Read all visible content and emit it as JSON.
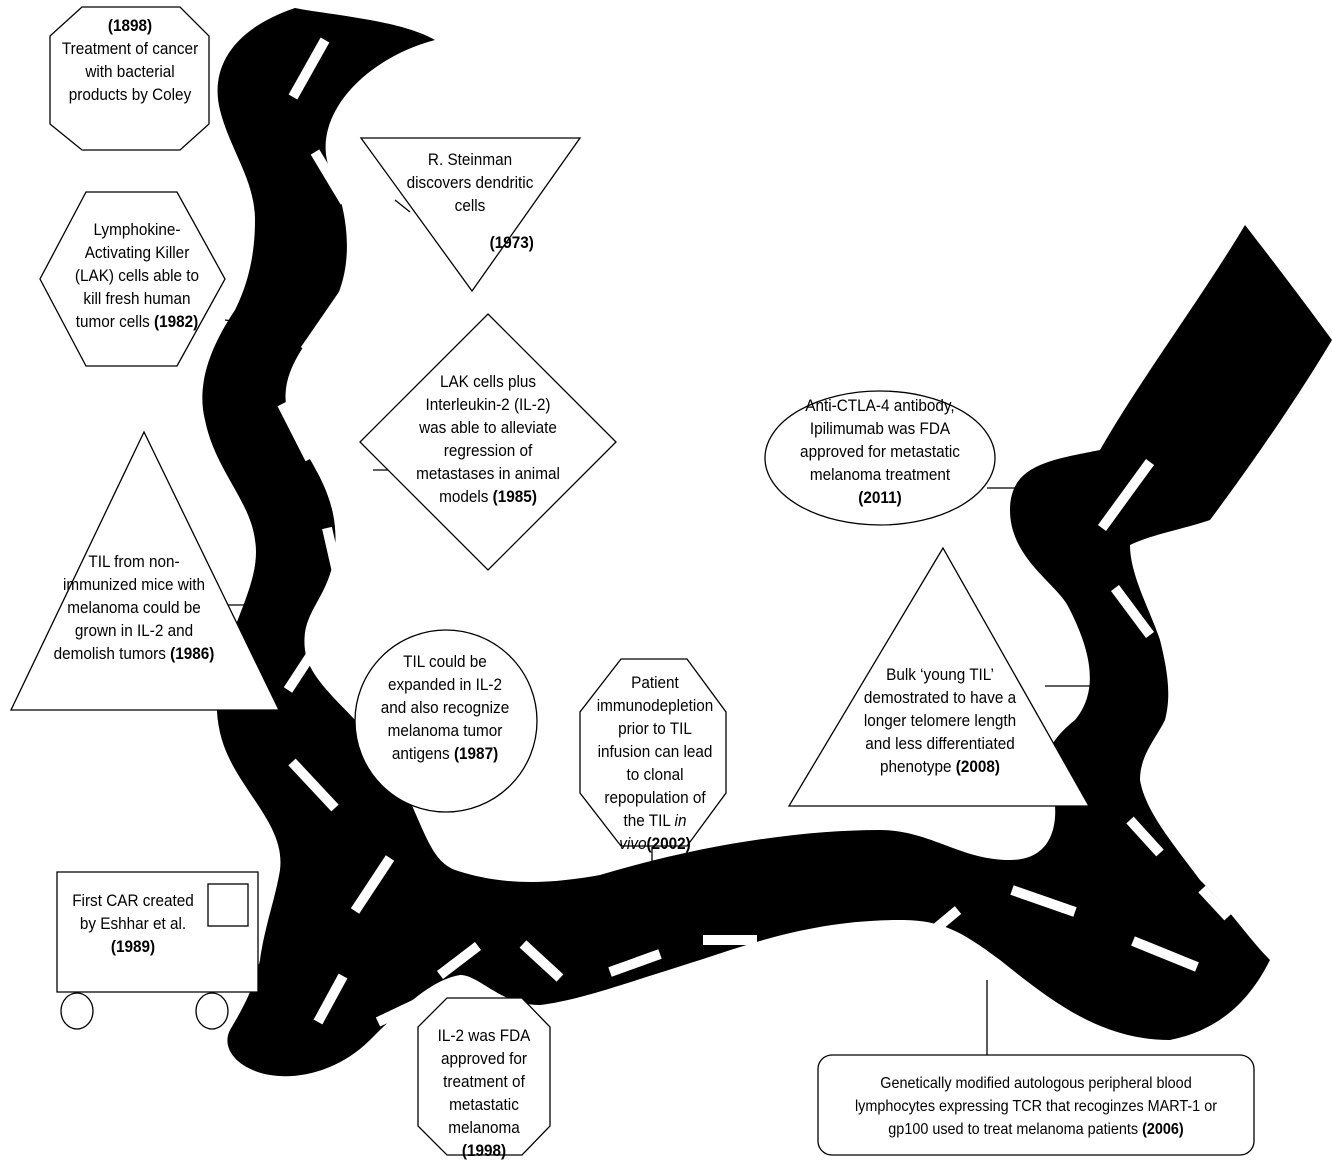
{
  "milestones": {
    "coley": {
      "line1": "(1898)",
      "text": "Treatment of cancer with bacterial products by Coley"
    },
    "steinman": {
      "text": "R. Steinman discovers dendritic cells",
      "year": "(1973)"
    },
    "lak": {
      "text": "Lymphokine-Activating Killer (LAK) cells able to kill fresh human tumor cells",
      "year": "(1982)"
    },
    "lak_il2": {
      "text": "LAK cells plus Interleukin-2 (IL-2) was able to alleviate regression of metastases in animal models",
      "year": "(1985)"
    },
    "til_mice": {
      "text": "TIL from non-immunized mice with melanoma could be grown in IL-2 and demolish tumors",
      "year": "(1986)"
    },
    "til_expanded": {
      "text": "TIL could be expanded in IL-2 and also recognize melanoma tumor antigens",
      "year": "(1987)"
    },
    "car": {
      "text": "First CAR created by Eshhar et al.",
      "year": "(1989)"
    },
    "il2_fda": {
      "text": "IL-2 was FDA approved for treatment of metastatic melanoma",
      "year": "(1998)"
    },
    "immunodepletion": {
      "text": "Patient immunodepletion prior to TIL infusion can lead to clonal repopulation of the TIL",
      "italic": "in vivo",
      "year": "(2002)"
    },
    "tcr": {
      "text": "Genetically modified autologous peripheral blood lymphocytes expressing TCR that recoginzes MART-1 or gp100 used to treat melanoma patients",
      "year": "(2006)"
    },
    "young_til": {
      "text": "Bulk ‘young TIL’ demostrated to have a longer telomere length and less differentiated phenotype",
      "year": "(2008)"
    },
    "ctla4": {
      "text": "Anti-CTLA-4 antibody, Ipilimumab was FDA approved for metastatic melanoma treatment",
      "year": "(2011)"
    }
  }
}
